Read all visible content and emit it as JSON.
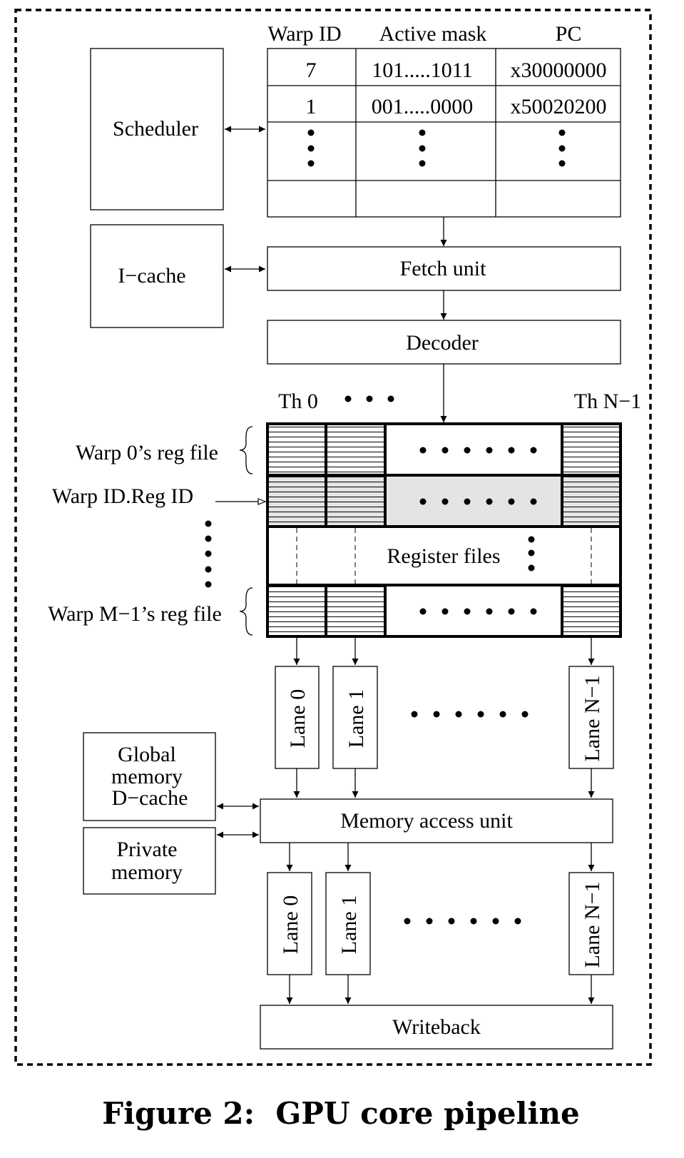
{
  "table": {
    "headers": [
      "Warp ID",
      "Active mask",
      "PC"
    ],
    "rows": [
      [
        "7",
        "101.....1011",
        "x30000000"
      ],
      [
        "1",
        "001.....0000",
        "x50020200"
      ]
    ]
  },
  "blocks": {
    "scheduler": "Scheduler",
    "icache": "I−cache",
    "fetch": "Fetch unit",
    "decoder": "Decoder",
    "register_files": "Register files",
    "memory_access": "Memory access unit",
    "writeback": "Writeback",
    "global_memory": [
      "Global",
      "memory",
      "D−cache"
    ],
    "private_memory": [
      "Private",
      "memory"
    ]
  },
  "register_file_labels": {
    "th0": "Th 0",
    "thn": "Th N−1",
    "warp0": "Warp 0’s reg file",
    "warp_reg_id": "Warp ID.Reg ID",
    "warpm": "Warp M−1’s reg file"
  },
  "lanes": [
    "Lane 0",
    "Lane 1",
    "Lane N−1"
  ],
  "caption": "Figure 2:  GPU core pipeline"
}
